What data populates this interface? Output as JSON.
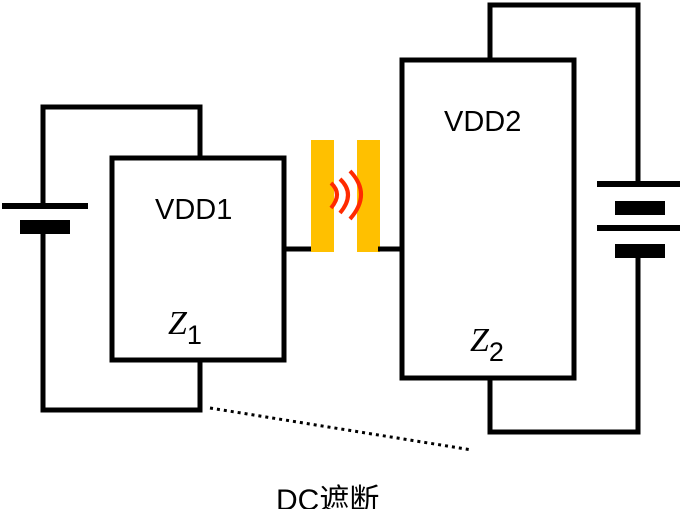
{
  "labels": {
    "vdd1": "VDD1",
    "vdd2": "VDD2",
    "z1_letter": "Z",
    "z1_sub": "1",
    "z2_letter": "Z",
    "z2_sub": "2",
    "dc_block": "DC遮断"
  },
  "colors": {
    "wire": "#000000",
    "capacitor_plate": "#FFC000",
    "signal_wave": "#FF2A00"
  }
}
